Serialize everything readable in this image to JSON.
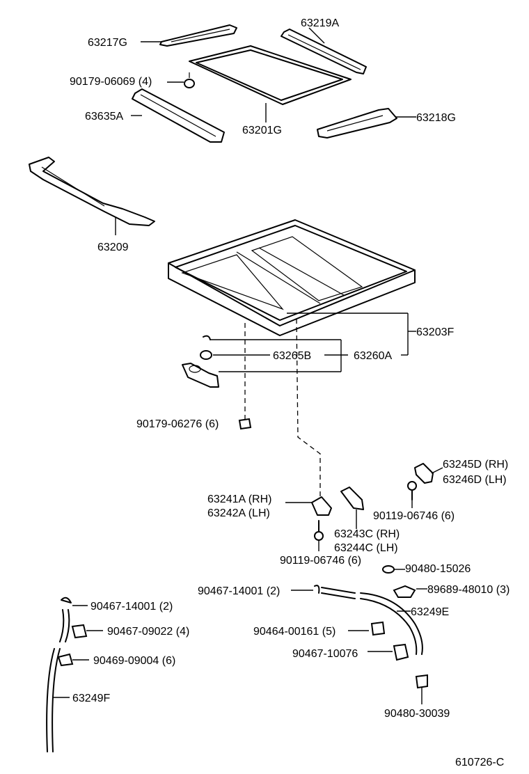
{
  "diagram_id": "610726-C",
  "labels": {
    "p63217G": "63217G",
    "p63219A": "63219A",
    "p90179_06069": "90179-06069 (4)",
    "p63635A": "63635A",
    "p63201G": "63201G",
    "p63218G": "63218G",
    "p63209": "63209",
    "p63203F": "63203F",
    "p63265B": "63265B",
    "p63260A": "63260A",
    "p90179_06276": "90179-06276 (6)",
    "p63245D": "63245D (RH)",
    "p63246D": "63246D (LH)",
    "p63241A": "63241A (RH)",
    "p63242A": "63242A (LH)",
    "p90119_06746_r": "90119-06746 (6)",
    "p63243C": "63243C (RH)",
    "p63244C": "63244C (LH)",
    "p90119_06746": "90119-06746 (6)",
    "p90480_15026": "90480-15026",
    "p90467_14001_c": "90467-14001 (2)",
    "p89689_48010": "89689-48010 (3)",
    "p63249E": "63249E",
    "p90464_00161": "90464-00161 (5)",
    "p90467_10076": "90467-10076",
    "p90480_30039": "90480-30039",
    "p90467_14001_l": "90467-14001 (2)",
    "p90467_09022": "90467-09022 (4)",
    "p90469_09004": "90469-09004 (6)",
    "p63249F": "63249F"
  }
}
